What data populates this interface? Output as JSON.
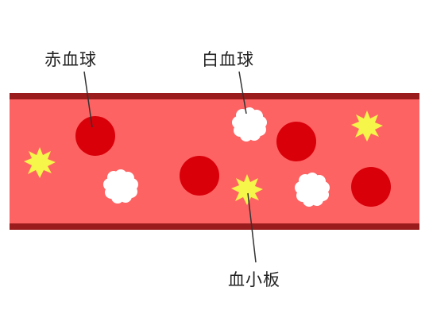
{
  "colors": {
    "vessel_fill": "#fe6363",
    "vessel_wall": "#9b1c1c",
    "red_blood_cell": "#d9000a",
    "white_blood_cell": "#ffffff",
    "platelet": "#f5f54a",
    "leader_line": "#333333"
  },
  "labels": {
    "red_blood_cell": "赤血球",
    "white_blood_cell": "白血球",
    "platelet": "血小板"
  }
}
